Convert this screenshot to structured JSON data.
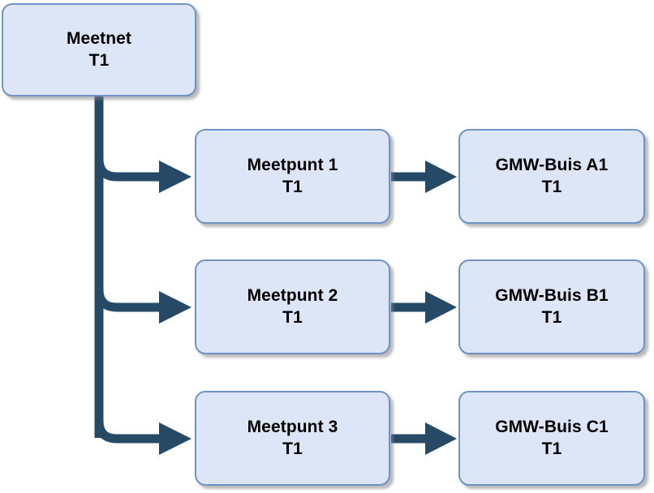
{
  "diagram": {
    "type": "hierarchy-flowchart",
    "background_color": "#ffffff",
    "node_fill_color": "#dce6f7",
    "node_border_color": "#6f93c4",
    "connector_color": "#264a66",
    "text_color": "#000000",
    "nodes": [
      {
        "id": "meetnet",
        "line1": "Meetnet",
        "line2": "T1"
      },
      {
        "id": "meetpunt_1",
        "line1": "Meetpunt 1",
        "line2": "T1"
      },
      {
        "id": "meetpunt_2",
        "line1": "Meetpunt 2",
        "line2": "T1"
      },
      {
        "id": "meetpunt_3",
        "line1": "Meetpunt 3",
        "line2": "T1"
      },
      {
        "id": "gmw_a1",
        "line1": "GMW-Buis A1",
        "line2": "T1"
      },
      {
        "id": "gmw_b1",
        "line1": "GMW-Buis B1",
        "line2": "T1"
      },
      {
        "id": "gmw_c1",
        "line1": "GMW-Buis C1",
        "line2": "T1"
      }
    ],
    "edges": [
      {
        "from": "meetnet",
        "to": "meetpunt_1",
        "style": "elbow-arrow"
      },
      {
        "from": "meetnet",
        "to": "meetpunt_2",
        "style": "elbow-arrow"
      },
      {
        "from": "meetnet",
        "to": "meetpunt_3",
        "style": "elbow-arrow"
      },
      {
        "from": "meetpunt_1",
        "to": "gmw_a1",
        "style": "straight-arrow"
      },
      {
        "from": "meetpunt_2",
        "to": "gmw_b1",
        "style": "straight-arrow"
      },
      {
        "from": "meetpunt_3",
        "to": "gmw_c1",
        "style": "straight-arrow"
      }
    ]
  }
}
